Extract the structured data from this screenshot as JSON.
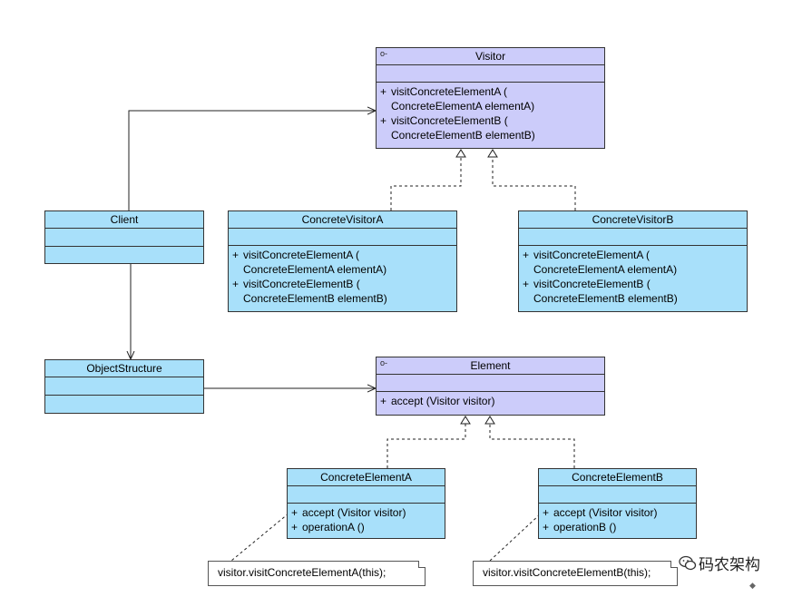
{
  "classes": {
    "visitor": {
      "name": "Visitor",
      "ops": [
        {
          "vis": "+",
          "line1": "visitConcreteElementA (",
          "line2": "ConcreteElementA elementA)"
        },
        {
          "vis": "+",
          "line1": "visitConcreteElementB (",
          "line2": "ConcreteElementB elementB)"
        }
      ]
    },
    "client": {
      "name": "Client"
    },
    "concrete_visitor_a": {
      "name": "ConcreteVisitorA",
      "ops": [
        {
          "vis": "+",
          "line1": "visitConcreteElementA (",
          "line2": "ConcreteElementA elementA)"
        },
        {
          "vis": "+",
          "line1": "visitConcreteElementB (",
          "line2": "ConcreteElementB elementB)"
        }
      ]
    },
    "concrete_visitor_b": {
      "name": "ConcreteVisitorB",
      "ops": [
        {
          "vis": "+",
          "line1": "visitConcreteElementA (",
          "line2": "ConcreteElementA elementA)"
        },
        {
          "vis": "+",
          "line1": "visitConcreteElementB (",
          "line2": "ConcreteElementB elementB)"
        }
      ]
    },
    "object_structure": {
      "name": "ObjectStructure"
    },
    "element": {
      "name": "Element",
      "ops": [
        {
          "vis": "+",
          "text": "accept (Visitor visitor)"
        }
      ]
    },
    "concrete_element_a": {
      "name": "ConcreteElementA",
      "ops": [
        {
          "vis": "+",
          "text": "accept (Visitor visitor)"
        },
        {
          "vis": "+",
          "text": "operationA ()"
        }
      ]
    },
    "concrete_element_b": {
      "name": "ConcreteElementB",
      "ops": [
        {
          "vis": "+",
          "text": "accept (Visitor visitor)"
        },
        {
          "vis": "+",
          "text": "operationB ()"
        }
      ]
    }
  },
  "notes": {
    "note_a": "visitor.visitConcreteElementA(this);",
    "note_b": "visitor.visitConcreteElementB(this);"
  },
  "watermark": {
    "text": "码农架构",
    "icon": "wechat-icon"
  },
  "colors": {
    "concrete_fill": "#a8e0fa",
    "interface_fill": "#ccccfa",
    "line": "#333333"
  }
}
